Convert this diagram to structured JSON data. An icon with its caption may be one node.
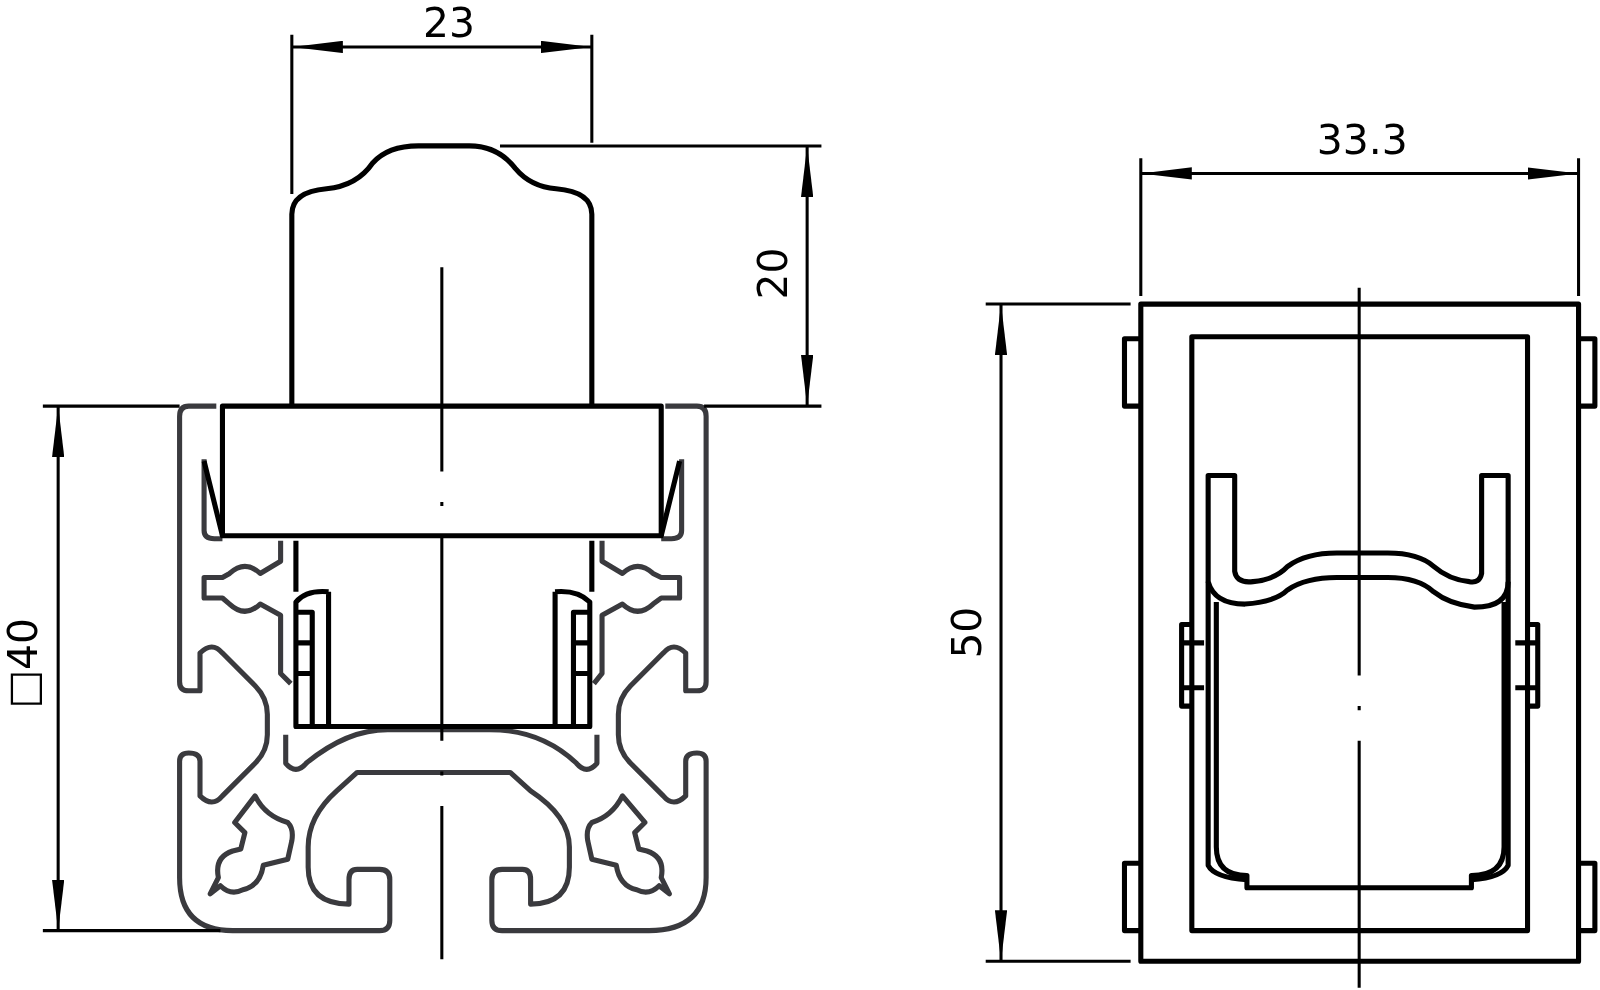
{
  "diagram": {
    "labels": [
      "23",
      "20",
      "□40",
      "33.3",
      "50"
    ]
  }
}
